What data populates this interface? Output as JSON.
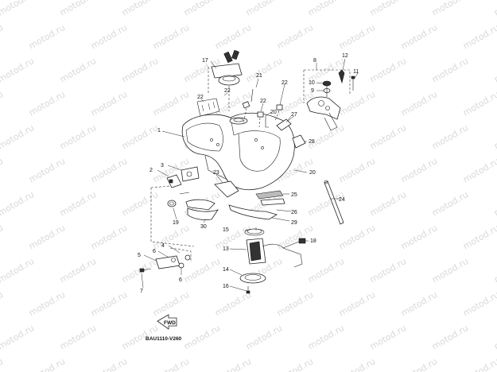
{
  "watermark": {
    "text": "motod.ru"
  },
  "diagram_code": "BAU1110-V260",
  "fwd_label": "FWD",
  "callouts": {
    "c1": "1",
    "c2": "2",
    "c3": "3",
    "c4": "4",
    "c5": "5",
    "c6a": "6",
    "c6b": "6",
    "c7": "7",
    "c8": "8",
    "c9": "9",
    "c10": "10",
    "c11": "11",
    "c12": "12",
    "c13": "13",
    "c14": "14",
    "c15": "15",
    "c16": "16",
    "c17": "17",
    "c18": "18",
    "c19": "19",
    "c20a": "20",
    "c20b": "20",
    "c21": "21",
    "c22a": "22",
    "c22b": "22",
    "c22c": "22",
    "c22d": "22",
    "c23": "23",
    "c24": "24",
    "c25": "25",
    "c26": "26",
    "c27": "27",
    "c28": "28",
    "c29": "29",
    "c30": "30"
  }
}
